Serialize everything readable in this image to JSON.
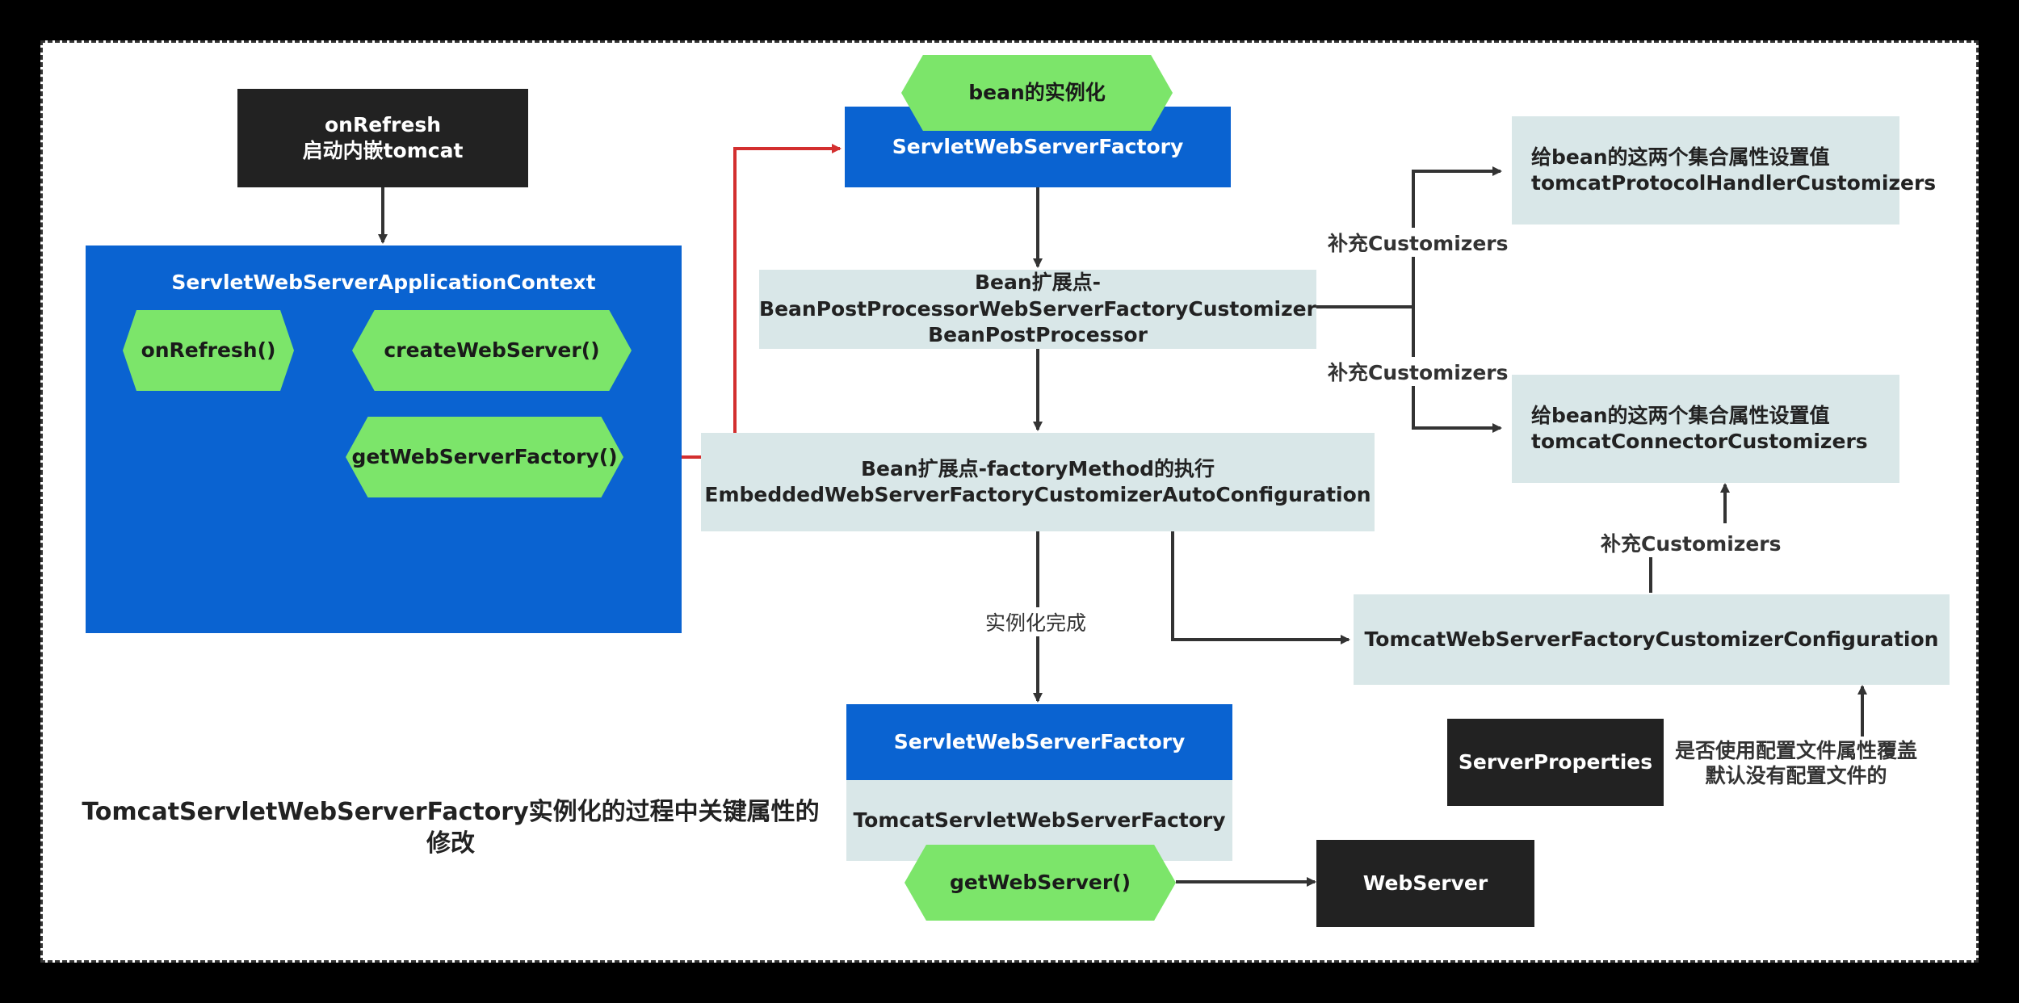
{
  "colors": {
    "background": "#000000",
    "canvas": "#ffffff",
    "dark_box": "#222222",
    "blue_box": "#0a63d1",
    "light_box": "#d9e7e8",
    "hexagon": "#7ce56a",
    "red_connector": "#d32f2f"
  },
  "nodes": {
    "onrefresh_start": {
      "line1": "onRefresh",
      "line2": "启动内嵌tomcat"
    },
    "context": {
      "title": "ServletWebServerApplicationContext",
      "on_refresh": "onRefresh()",
      "create_web_server": "createWebServer()",
      "get_web_server_factory": "getWebServerFactory()"
    },
    "bean_instantiation": "bean的实例化",
    "servlet_factory_top": "ServletWebServerFactory",
    "bean_post_processor": {
      "line1": "Bean扩展点-",
      "line2": "BeanPostProcessorWebServerFactoryCustomizer",
      "line3": "BeanPostProcessor"
    },
    "factory_method": {
      "line1": "Bean扩展点-factoryMethod的执行",
      "line2": "EmbeddedWebServerFactoryCustomizerAutoConfiguration"
    },
    "protocol_handler": {
      "line1": "给bean的这两个集合属性设置值",
      "line2": "tomcatProtocolHandlerCustomizers"
    },
    "connector": {
      "line1": "给bean的这两个集合属性设置值",
      "line2": "tomcatConnectorCustomizers"
    },
    "tomcat_customizer_config": "TomcatWebServerFactoryCustomizerConfiguration",
    "server_properties": "ServerProperties",
    "servlet_factory_bottom": "ServletWebServerFactory",
    "tomcat_servlet_factory": "TomcatServletWebServerFactory",
    "get_web_server": "getWebServer()",
    "web_server": "WebServer"
  },
  "edge_labels": {
    "supplement_1": "补充Customizers",
    "supplement_2": "补充Customizers",
    "supplement_3": "补充Customizers",
    "instantiation_done": "实例化完成",
    "override_line1": "是否使用配置文件属性覆盖",
    "override_line2": "默认没有配置文件的"
  },
  "diagram_title": {
    "line1": "TomcatServletWebServerFactory实例化的过程中关键属性的",
    "line2": "修改"
  }
}
